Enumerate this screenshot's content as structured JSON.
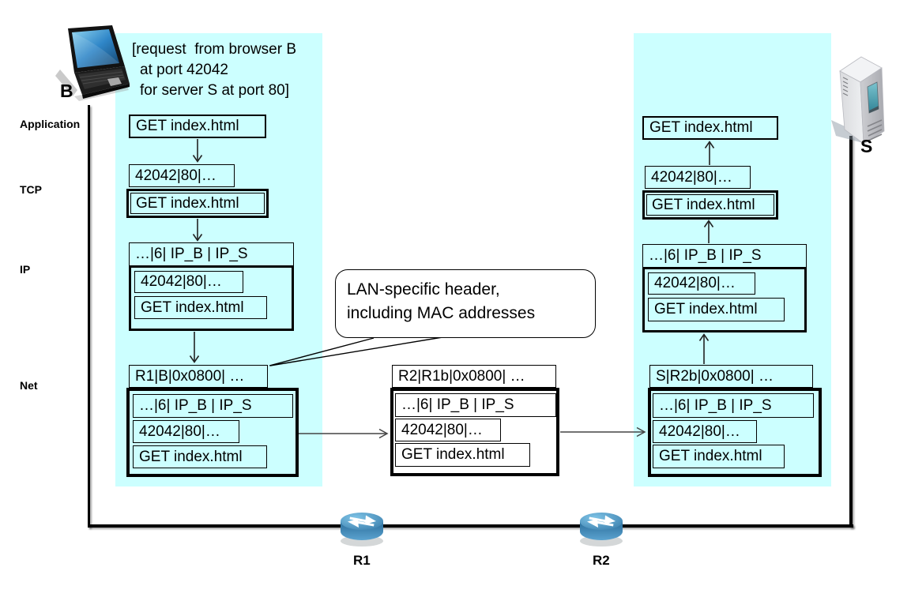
{
  "colors": {
    "panel-bg": "#ccffff",
    "border": "#000000",
    "router-blue": "#3f87b5",
    "server-screen-teal": "#3f96a8",
    "laptop-screen-blue": "#2f86c8"
  },
  "note": {
    "lines": [
      "[request  from browser B",
      "at port 42042",
      "for server S at port 80]"
    ]
  },
  "layers": {
    "application": "Application",
    "tcp": "TCP",
    "ip": "IP",
    "net": "Net"
  },
  "nodes": {
    "browser": "B",
    "server": "S",
    "router1": "R1",
    "router2": "R2"
  },
  "callout": {
    "lines": [
      "LAN-specific header,",
      "including MAC addresses"
    ]
  },
  "pdu": {
    "http": "GET index.html",
    "tcp_header": "42042|80|…",
    "ip_header": "…|6| IP_B | IP_S",
    "frame_header_from_b": "R1|B|0x0800| …",
    "frame_header_from_r1": "R2|R1b|0x0800| …",
    "frame_header_from_r2": "S|R2b|0x0800| …"
  }
}
